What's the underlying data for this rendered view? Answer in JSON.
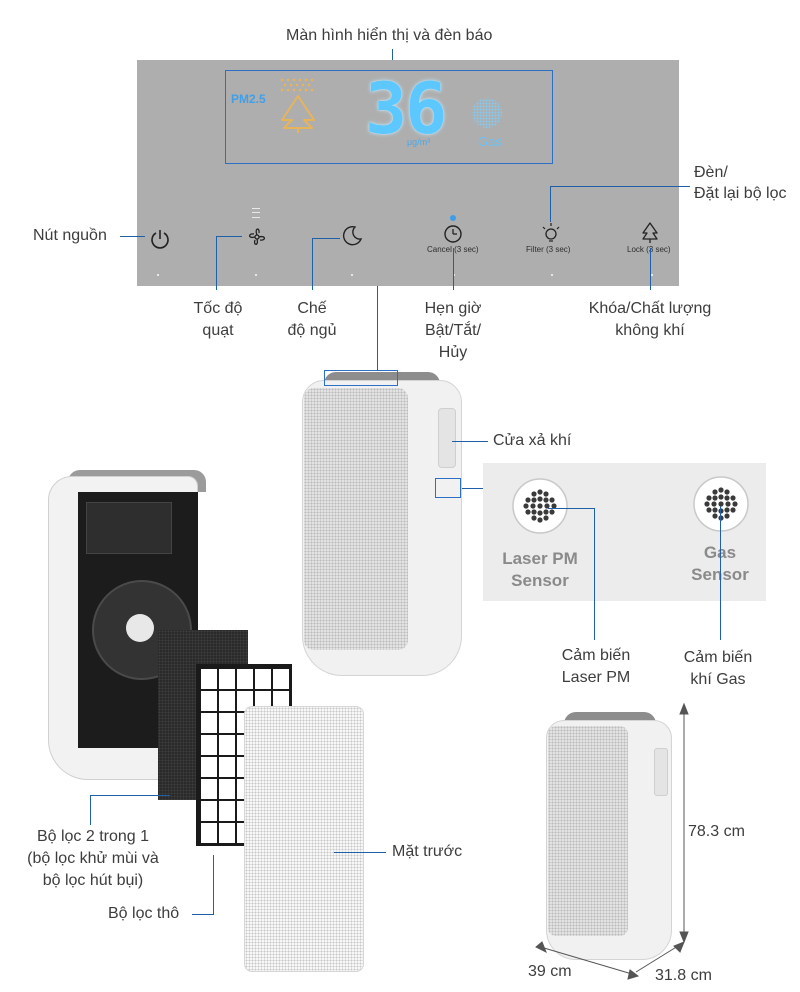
{
  "display_panel": {
    "title": "Màn hình hiển thị và đèn báo",
    "pm_label": "PM2.5",
    "pm_value": "36",
    "pm_unit": "μg/m³",
    "gas_label": "Gas",
    "buttons": {
      "cancel": "Cancel (3 sec)",
      "filter": "Filter (3 sec)",
      "lock": "Lock (3 sec)"
    }
  },
  "callouts": {
    "power": "Nút nguồn",
    "fan_speed": [
      "Tốc độ",
      "quạt"
    ],
    "sleep_mode": [
      "Chế",
      "độ ngủ"
    ],
    "timer": [
      "Hẹn giờ",
      "Bật/Tắt/",
      "Hủy"
    ],
    "light_filter_reset": [
      "Đèn/",
      "Đặt lại bộ lọc"
    ],
    "lock_air_quality": [
      "Khóa/Chất lượng",
      "không khí"
    ],
    "exhaust": "Cửa xả khí",
    "laser_sensor": [
      "Cảm biến",
      "Laser PM"
    ],
    "gas_sensor": [
      "Cảm biến",
      "khí Gas"
    ],
    "filter_2in1": [
      "Bộ lọc 2 trong 1",
      "(bộ lọc khử mùi và",
      "bộ lọc hút bụi)"
    ],
    "coarse_filter": "Bộ lọc thô",
    "front_panel": "Mặt trước"
  },
  "sensor_panel": {
    "laser": [
      "Laser PM",
      "Sensor"
    ],
    "gas": [
      "Gas",
      "Sensor"
    ]
  },
  "dimensions": {
    "height": "78.3 cm",
    "width": "39 cm",
    "depth": "31.8 cm"
  }
}
